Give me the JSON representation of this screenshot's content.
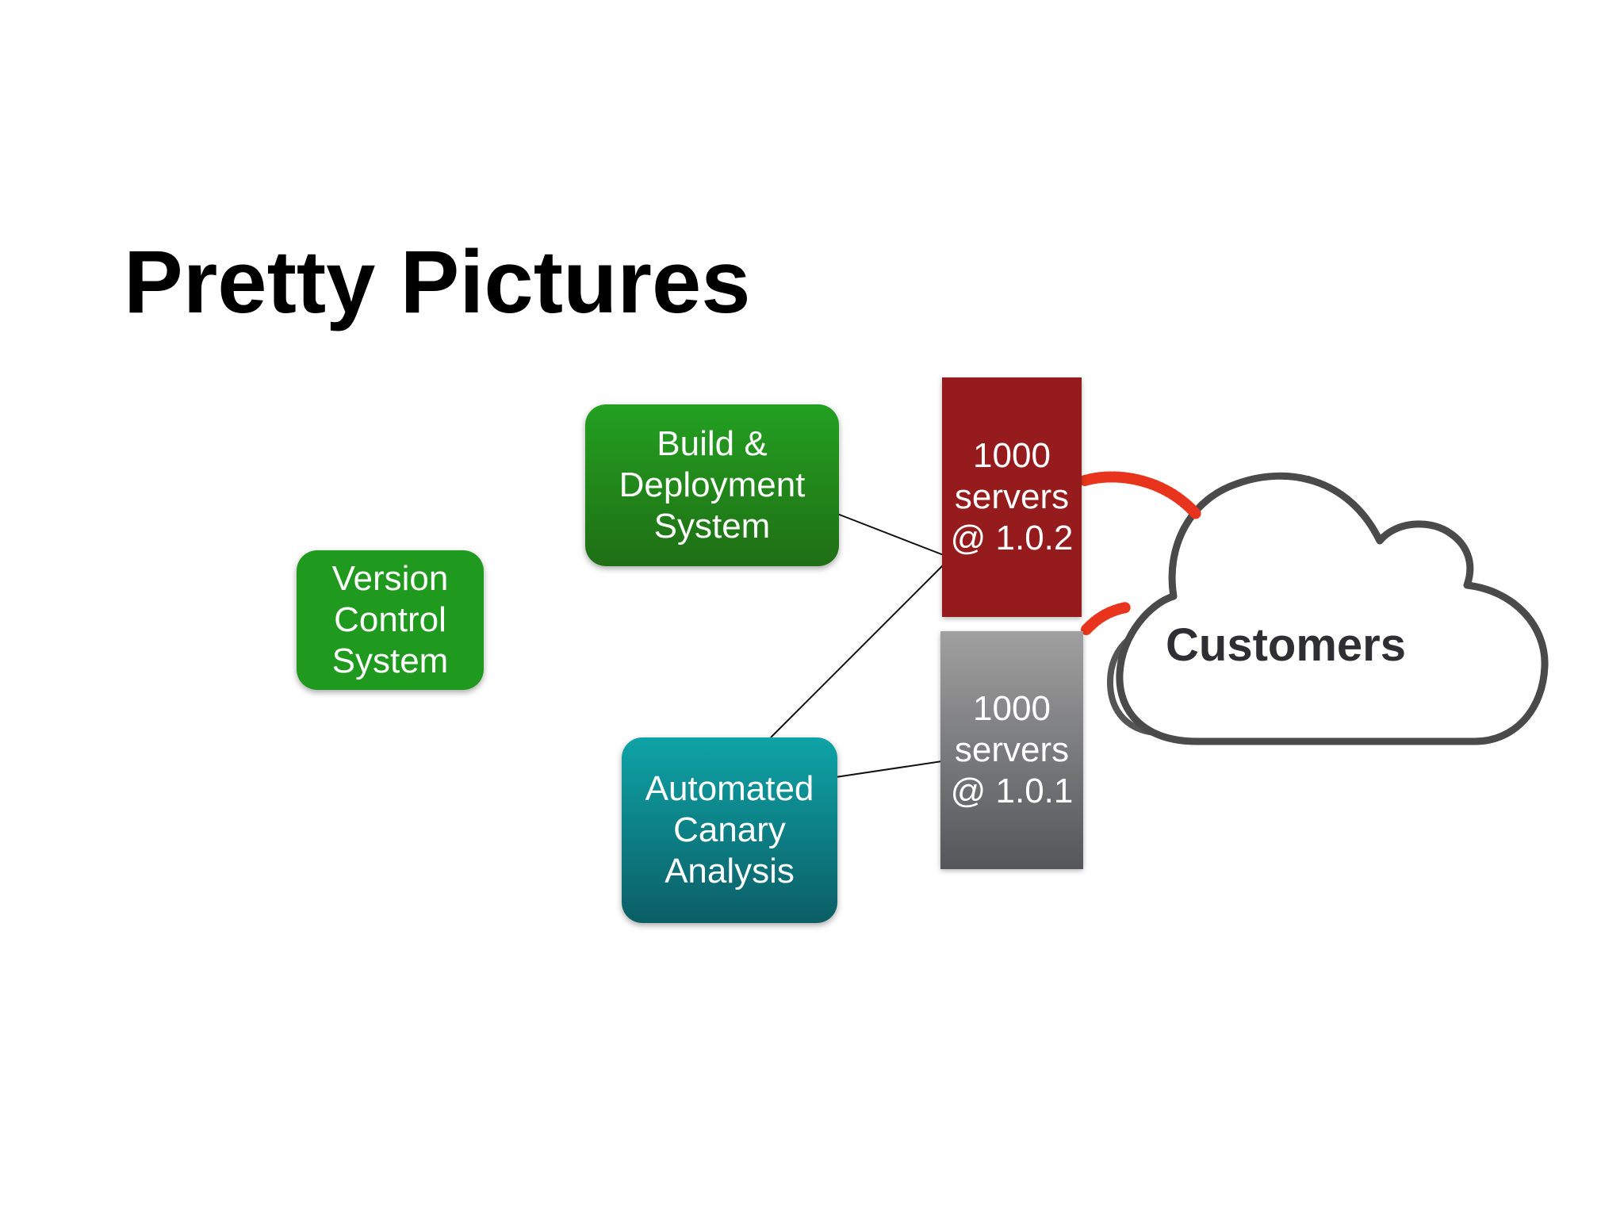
{
  "title": "Pretty Pictures",
  "nodes": {
    "version_control": {
      "lines": [
        "Version",
        "Control",
        "System"
      ],
      "color": "#1f9a1f"
    },
    "build_deploy": {
      "lines": [
        "Build &",
        "Deployment",
        "System"
      ],
      "color": "#1f8a1a"
    },
    "canary": {
      "lines": [
        "Automated",
        "Canary",
        "Analysis"
      ],
      "color": "#0b8a8f"
    },
    "servers_new": {
      "lines": [
        "1000",
        "servers",
        "@ 1.0.2"
      ],
      "color": "#951b1c"
    },
    "servers_old": {
      "lines": [
        "1000",
        "servers",
        "@ 1.0.1"
      ],
      "color": "#7a7b7e"
    },
    "customers": {
      "label": "Customers",
      "icon": "cloud-icon"
    }
  },
  "traffic_color": "#e8341c"
}
